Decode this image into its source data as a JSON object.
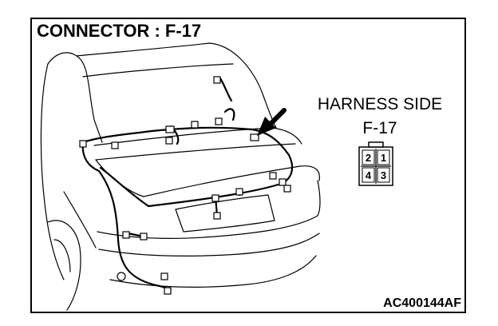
{
  "diagram": {
    "title": "CONNECTOR : F-17",
    "harness_side_label": "HARNESS SIDE",
    "connector_id": "F-17",
    "reference_code": "AC400144AF",
    "connector_pins": {
      "top_left": "2",
      "top_right": "1",
      "bottom_left": "4",
      "bottom_right": "3"
    },
    "colors": {
      "line": "#000000",
      "background": "#ffffff"
    }
  }
}
